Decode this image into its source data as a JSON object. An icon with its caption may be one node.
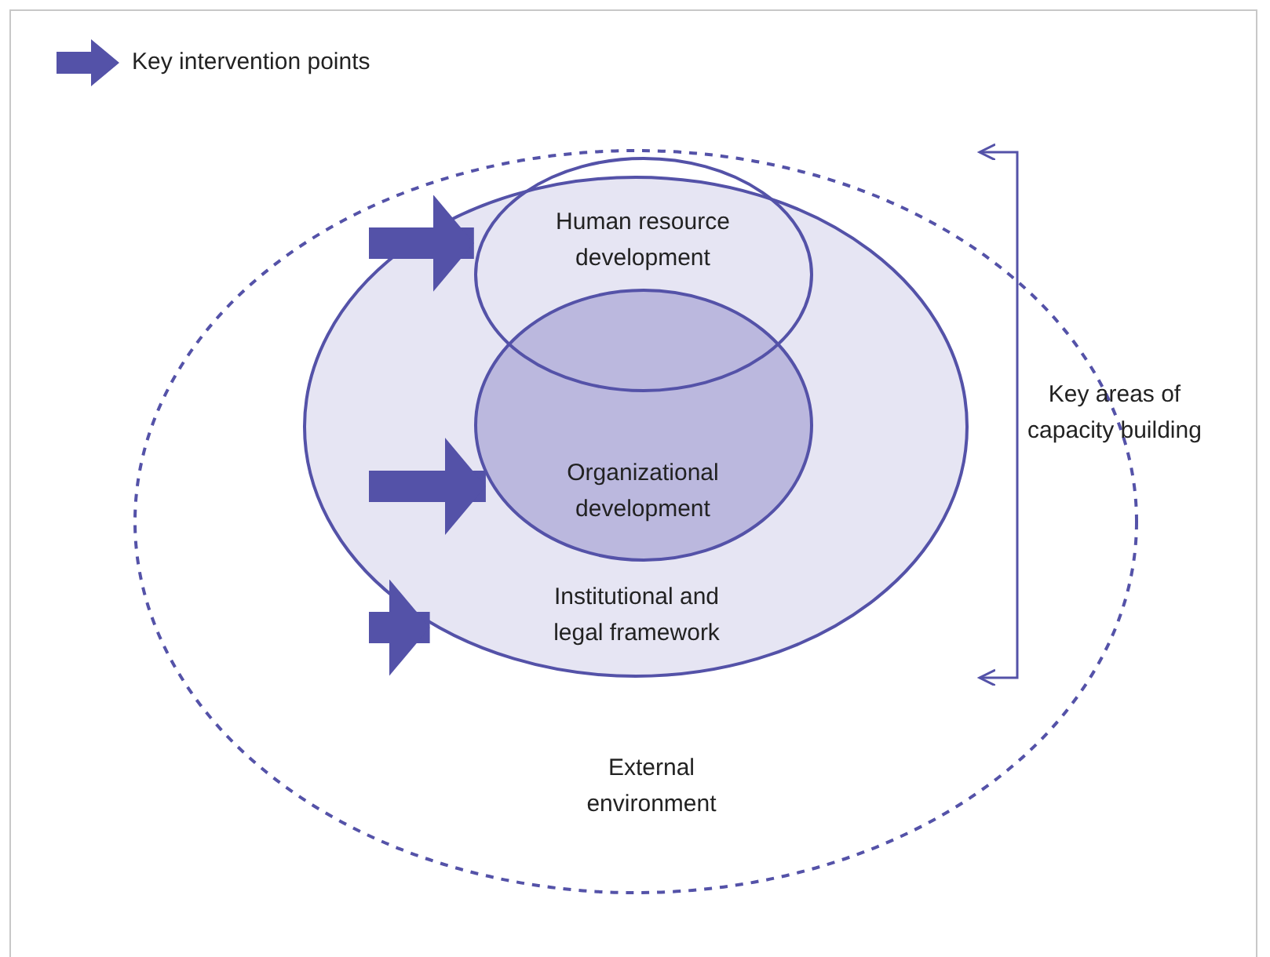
{
  "diagram": {
    "nodes": [
      {
        "text": [
          "External environment"
        ]
      },
      {
        "text": [
          "Institutional and legal framework"
        ],
        "in": 0
      },
      {
        "text": [
          "Human resource development"
        ],
        "in": 1
      },
      {
        "text": [
          "Organizational development"
        ],
        "in": 1
      }
    ],
    "edges": [
      {
        "from": null,
        "to": 2,
        "arrow": "to"
      },
      {
        "from": null,
        "to": 3,
        "arrow": "to"
      },
      {
        "from": null,
        "to": 1,
        "arrow": "to"
      }
    ],
    "labels": [
      "Key areas of capacity building"
    ],
    "legend": [
      {
        "text": "Key intervention points"
      }
    ]
  }
}
